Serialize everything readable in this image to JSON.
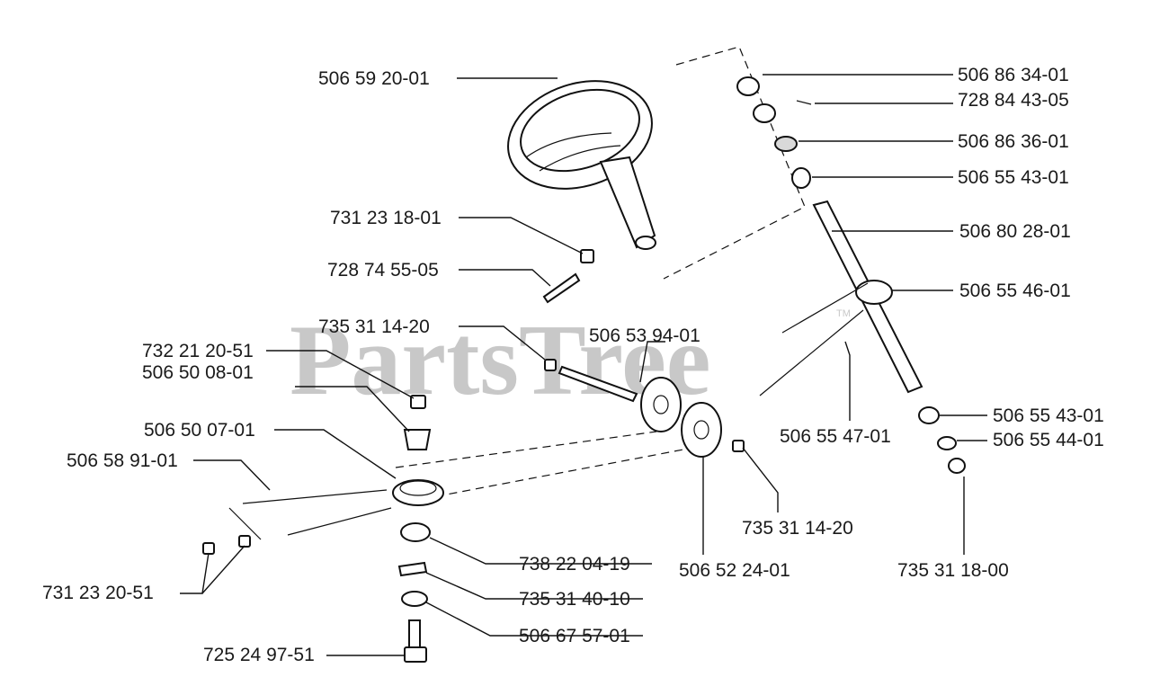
{
  "watermark": "PartsTree",
  "watermark_tm": "TM",
  "parts": [
    {
      "id": "p01",
      "number": "506 59 20-01"
    },
    {
      "id": "p02",
      "number": "731 23 18-01"
    },
    {
      "id": "p03",
      "number": "728 74 55-05"
    },
    {
      "id": "p04",
      "number": "735 31 14-20"
    },
    {
      "id": "p05",
      "number": "732 21 20-51"
    },
    {
      "id": "p06",
      "number": "506 50 08-01"
    },
    {
      "id": "p07",
      "number": "506 50 07-01"
    },
    {
      "id": "p08",
      "number": "506 58 91-01"
    },
    {
      "id": "p09",
      "number": "731 23 20-51"
    },
    {
      "id": "p10",
      "number": "725 24 97-51"
    },
    {
      "id": "p11",
      "number": "738 22 04-19"
    },
    {
      "id": "p12",
      "number": "735 31 40-10"
    },
    {
      "id": "p13",
      "number": "506 67 57-01"
    },
    {
      "id": "p14",
      "number": "506 53 94-01"
    },
    {
      "id": "p15",
      "number": "735 31 14-20"
    },
    {
      "id": "p16",
      "number": "506 52 24-01"
    },
    {
      "id": "p17",
      "number": "506 55 47-01"
    },
    {
      "id": "p18",
      "number": "506 86 34-01"
    },
    {
      "id": "p19",
      "number": "728 84 43-05"
    },
    {
      "id": "p20",
      "number": "506 86 36-01"
    },
    {
      "id": "p21",
      "number": "506 55 43-01"
    },
    {
      "id": "p22",
      "number": "506 80 28-01"
    },
    {
      "id": "p23",
      "number": "506 55 46-01"
    },
    {
      "id": "p24",
      "number": "506 55 43-01"
    },
    {
      "id": "p25",
      "number": "506 55 44-01"
    },
    {
      "id": "p26",
      "number": "735 31 18-00"
    }
  ]
}
